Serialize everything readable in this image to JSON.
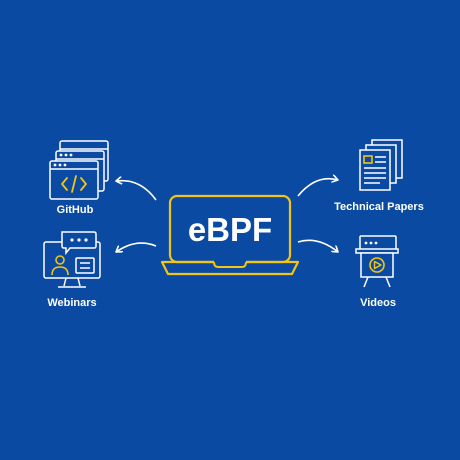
{
  "center": {
    "label": "eBPF"
  },
  "nodes": [
    {
      "key": "github",
      "label": "GitHub",
      "icon": "code-browser-icon"
    },
    {
      "key": "webinars",
      "label": "Webinars",
      "icon": "presenter-monitor-icon"
    },
    {
      "key": "papers",
      "label": "Technical Papers",
      "icon": "documents-stack-icon"
    },
    {
      "key": "videos",
      "label": "Videos",
      "icon": "video-board-icon"
    }
  ],
  "colors": {
    "background": "#0a4aa3",
    "accent": "#f2c414",
    "line": "#ffffff"
  }
}
